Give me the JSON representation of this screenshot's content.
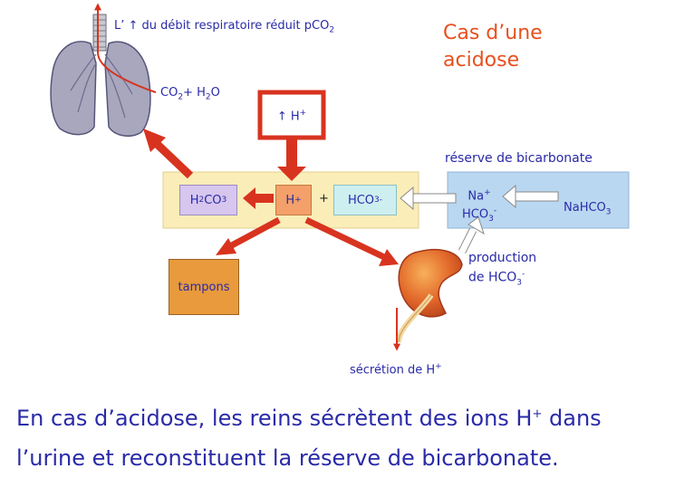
{
  "title": {
    "line1": "Cas d’une",
    "line2": "acidose"
  },
  "top_label": {
    "pre": "L’ ",
    "arrow": "↑",
    "text": " du débit respiratoire réduit pCO",
    "sub": "2"
  },
  "lung_output": {
    "a": "CO",
    "a_sub": "2",
    "plus": "+ H",
    "b_sub": "2",
    "b": "O"
  },
  "h_increase": {
    "arrow": "↑",
    "text": " H",
    "sup": "+"
  },
  "reserve_label": "réserve de bicarbonate",
  "h2co3": {
    "a": "H",
    "a_sub": "2",
    "b": "CO",
    "b_sub": "3"
  },
  "h_ion": {
    "text": "H",
    "sup": "+"
  },
  "plus_sign": "+",
  "hco3": {
    "text": "HCO",
    "sub": "3",
    "sup": "-"
  },
  "na_hco3": {
    "na": "Na",
    "na_sup": "+",
    "hco": "HCO",
    "hco_sub": "3",
    "hco_sup": "-"
  },
  "nahco3": {
    "text": "NaHCO",
    "sub": "3"
  },
  "production": {
    "line1": "production",
    "line2": "de HCO",
    "sub": "3",
    "sup": "-"
  },
  "tampons": "tampons",
  "secretion": {
    "text": "sécrétion de H",
    "sup": "+"
  },
  "caption": {
    "line1a": "En cas d’acidose, les reins sécrètent des ions H",
    "line1sup": "+",
    "line1b": " dans",
    "line2": "l’urine et reconstituent la réserve de bicarbonate."
  },
  "colors": {
    "text_blue": "#2a2aa8",
    "title_orange": "#e8501e",
    "arrow_red": "#d8331f",
    "panel_yellow": "#fbedb8",
    "panel_blue": "#b9d7f0",
    "box_lavender": "#d7c6ee",
    "box_orange": "#f3a06a",
    "box_cyan": "#cdeff0",
    "tampons_orange": "#e89a3c"
  }
}
